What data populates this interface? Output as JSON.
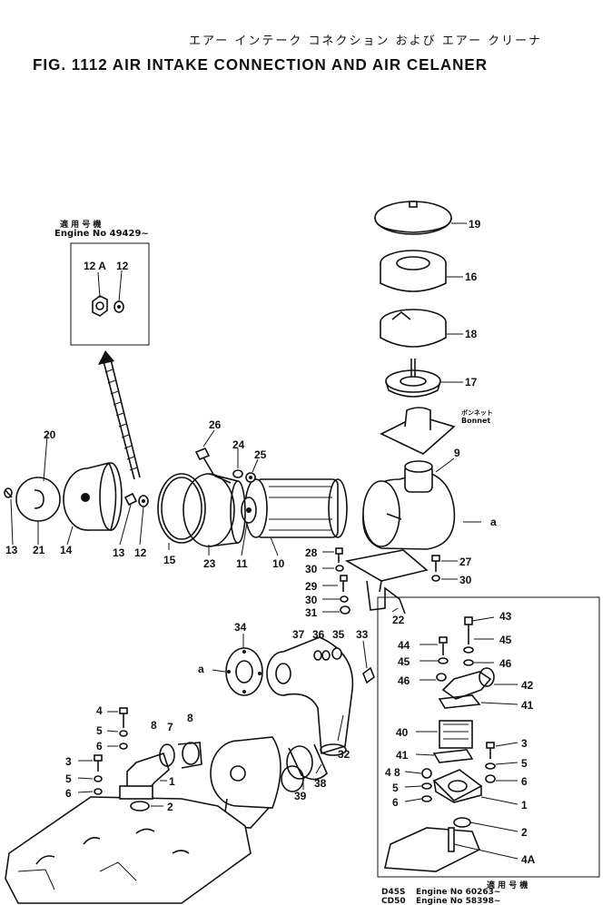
{
  "title_jp": "エアー インテーク コネクション および エアー クリーナ",
  "title": "FIG. 1112  AIR INTAKE CONNECTION AND AIR CELANER",
  "inset_top": {
    "jp_note": "適 用 号 機",
    "serial": "Engine No 49429~"
  },
  "bonnet_jp": "ボンネット",
  "bonnet": "Bonnet",
  "inset_bottom": {
    "jp_note": "適 用 号 機",
    "row1_model": "D45S",
    "row1_serial": "Engine No 60263~",
    "row2_model": "CD50",
    "row2_serial": "Engine No 58398~"
  },
  "callouts": [
    {
      "id": "c19",
      "text": "19"
    },
    {
      "id": "c16",
      "text": "16"
    },
    {
      "id": "c18",
      "text": "18"
    },
    {
      "id": "c17",
      "text": "17"
    },
    {
      "id": "c9",
      "text": "9"
    },
    {
      "id": "ca1",
      "text": "a"
    },
    {
      "id": "c20",
      "text": "20"
    },
    {
      "id": "c13a",
      "text": "13"
    },
    {
      "id": "c21",
      "text": "21"
    },
    {
      "id": "c14",
      "text": "14"
    },
    {
      "id": "c13b",
      "text": "13"
    },
    {
      "id": "c12",
      "text": "12"
    },
    {
      "id": "c15",
      "text": "15"
    },
    {
      "id": "c23",
      "text": "23"
    },
    {
      "id": "c11",
      "text": "11"
    },
    {
      "id": "c10",
      "text": "10"
    },
    {
      "id": "c26",
      "text": "26"
    },
    {
      "id": "c24",
      "text": "24"
    },
    {
      "id": "c25",
      "text": "25"
    },
    {
      "id": "c12A",
      "text": "12 A"
    },
    {
      "id": "c12i",
      "text": "12"
    },
    {
      "id": "c28",
      "text": "28"
    },
    {
      "id": "c30a",
      "text": "30"
    },
    {
      "id": "c29",
      "text": "29"
    },
    {
      "id": "c30b",
      "text": "30"
    },
    {
      "id": "c31",
      "text": "31"
    },
    {
      "id": "c27",
      "text": "27"
    },
    {
      "id": "c30c",
      "text": "30"
    },
    {
      "id": "c22",
      "text": "22"
    },
    {
      "id": "c34",
      "text": "34"
    },
    {
      "id": "ca2",
      "text": "a"
    },
    {
      "id": "c37",
      "text": "37"
    },
    {
      "id": "c36",
      "text": "36"
    },
    {
      "id": "c35",
      "text": "35"
    },
    {
      "id": "c33",
      "text": "33"
    },
    {
      "id": "c32",
      "text": "32"
    },
    {
      "id": "c39",
      "text": "39"
    },
    {
      "id": "c38",
      "text": "38"
    },
    {
      "id": "c4",
      "text": "4"
    },
    {
      "id": "c5a",
      "text": "5"
    },
    {
      "id": "c6a",
      "text": "6"
    },
    {
      "id": "c3a",
      "text": "3"
    },
    {
      "id": "c5b",
      "text": "5"
    },
    {
      "id": "c6b",
      "text": "6"
    },
    {
      "id": "c8a",
      "text": "8"
    },
    {
      "id": "c7",
      "text": "7"
    },
    {
      "id": "c8b",
      "text": "8"
    },
    {
      "id": "c1a",
      "text": "1"
    },
    {
      "id": "c2a",
      "text": "2"
    },
    {
      "id": "c43",
      "text": "43"
    },
    {
      "id": "c44",
      "text": "44"
    },
    {
      "id": "c45a",
      "text": "45"
    },
    {
      "id": "c45b",
      "text": "45"
    },
    {
      "id": "c46a",
      "text": "46"
    },
    {
      "id": "c46b",
      "text": "46"
    },
    {
      "id": "c42",
      "text": "42"
    },
    {
      "id": "c41a",
      "text": "41"
    },
    {
      "id": "c40",
      "text": "40"
    },
    {
      "id": "c41b",
      "text": "41"
    },
    {
      "id": "c3b",
      "text": "3"
    },
    {
      "id": "c5c",
      "text": "5"
    },
    {
      "id": "c6c",
      "text": "6"
    },
    {
      "id": "c48",
      "text": "4 8"
    },
    {
      "id": "c5d",
      "text": "5"
    },
    {
      "id": "c6d",
      "text": "6"
    },
    {
      "id": "c1b",
      "text": "1"
    },
    {
      "id": "c2b",
      "text": "2"
    },
    {
      "id": "c4A",
      "text": "4A"
    }
  ]
}
